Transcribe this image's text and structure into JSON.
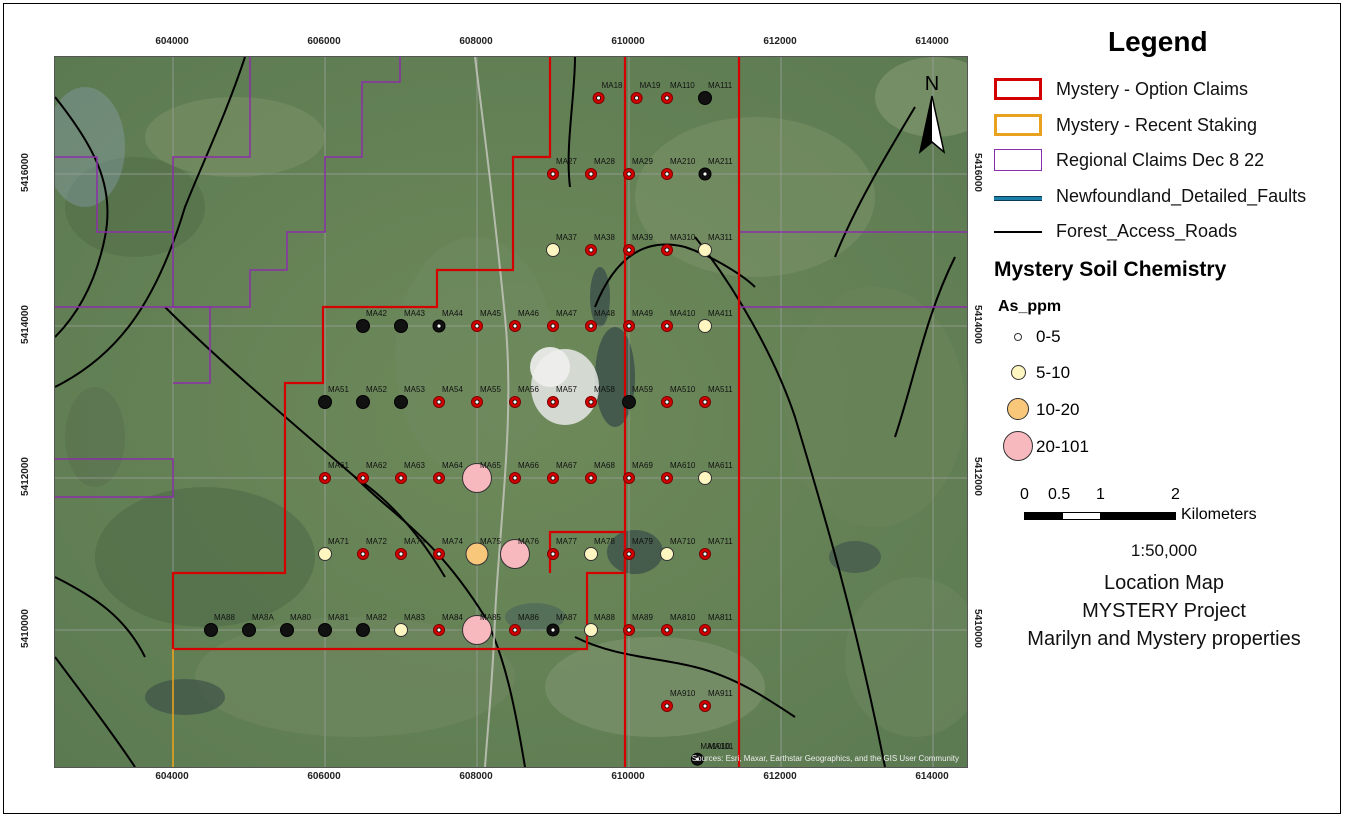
{
  "map": {
    "x_ticks": [
      "604000",
      "606000",
      "608000",
      "610000",
      "612000",
      "614000"
    ],
    "y_ticks": [
      "5416000",
      "5414000",
      "5412000",
      "5410000"
    ],
    "attribution": "Sources: Esri, Maxar, Earthstar Geographics, and the GIS User Community",
    "north_label": "N",
    "colors": {
      "option_claims": "#d40000",
      "recent_staking": "#e8a21f",
      "regional_claims": "#8b2fa8",
      "faults": "#1b7fa8",
      "roads": "#000000",
      "bin_0_5": "#ffffff",
      "bin_5_10": "#fdf6c0",
      "bin_10_20": "#f9c77a",
      "bin_20_101": "#f7b8be"
    },
    "samples": [
      {
        "id": "MA18",
        "x": 609600,
        "y": 5417000,
        "bin": "red"
      },
      {
        "id": "MA19",
        "x": 610100,
        "y": 5417000,
        "bin": "red"
      },
      {
        "id": "MA110",
        "x": 610500,
        "y": 5417000,
        "bin": "red"
      },
      {
        "id": "MA111",
        "x": 611000,
        "y": 5417000,
        "bin": "black"
      },
      {
        "id": "MA27",
        "x": 609000,
        "y": 5416000,
        "bin": "red"
      },
      {
        "id": "MA28",
        "x": 609500,
        "y": 5416000,
        "bin": "red"
      },
      {
        "id": "MA29",
        "x": 610000,
        "y": 5416000,
        "bin": "red"
      },
      {
        "id": "MA210",
        "x": 610500,
        "y": 5416000,
        "bin": "red"
      },
      {
        "id": "MA211",
        "x": 611000,
        "y": 5416000,
        "bin": "small"
      },
      {
        "id": "MA37",
        "x": 609000,
        "y": 5415000,
        "bin": "yellow"
      },
      {
        "id": "MA38",
        "x": 609500,
        "y": 5415000,
        "bin": "red"
      },
      {
        "id": "MA39",
        "x": 610000,
        "y": 5415000,
        "bin": "red"
      },
      {
        "id": "MA310",
        "x": 610500,
        "y": 5415000,
        "bin": "red"
      },
      {
        "id": "MA311",
        "x": 611000,
        "y": 5415000,
        "bin": "yellow"
      },
      {
        "id": "MA42",
        "x": 606500,
        "y": 5414000,
        "bin": "black"
      },
      {
        "id": "MA43",
        "x": 607000,
        "y": 5414000,
        "bin": "black"
      },
      {
        "id": "MA44",
        "x": 607500,
        "y": 5414000,
        "bin": "small"
      },
      {
        "id": "MA45",
        "x": 608000,
        "y": 5414000,
        "bin": "red"
      },
      {
        "id": "MA46",
        "x": 608500,
        "y": 5414000,
        "bin": "red"
      },
      {
        "id": "MA47",
        "x": 609000,
        "y": 5414000,
        "bin": "red"
      },
      {
        "id": "MA48",
        "x": 609500,
        "y": 5414000,
        "bin": "red"
      },
      {
        "id": "MA49",
        "x": 610000,
        "y": 5414000,
        "bin": "red"
      },
      {
        "id": "MA410",
        "x": 610500,
        "y": 5414000,
        "bin": "red"
      },
      {
        "id": "MA411",
        "x": 611000,
        "y": 5414000,
        "bin": "yellow"
      },
      {
        "id": "MA51",
        "x": 606000,
        "y": 5413000,
        "bin": "black"
      },
      {
        "id": "MA52",
        "x": 606500,
        "y": 5413000,
        "bin": "black"
      },
      {
        "id": "MA53",
        "x": 607000,
        "y": 5413000,
        "bin": "black"
      },
      {
        "id": "MA54",
        "x": 607500,
        "y": 5413000,
        "bin": "red"
      },
      {
        "id": "MA55",
        "x": 608000,
        "y": 5413000,
        "bin": "red"
      },
      {
        "id": "MA56",
        "x": 608500,
        "y": 5413000,
        "bin": "red"
      },
      {
        "id": "MA57",
        "x": 609000,
        "y": 5413000,
        "bin": "red"
      },
      {
        "id": "MA58",
        "x": 609500,
        "y": 5413000,
        "bin": "red"
      },
      {
        "id": "MA59",
        "x": 610000,
        "y": 5413000,
        "bin": "black"
      },
      {
        "id": "MA510",
        "x": 610500,
        "y": 5413000,
        "bin": "red"
      },
      {
        "id": "MA511",
        "x": 611000,
        "y": 5413000,
        "bin": "red"
      },
      {
        "id": "MA61",
        "x": 606000,
        "y": 5412000,
        "bin": "red"
      },
      {
        "id": "MA62",
        "x": 606500,
        "y": 5412000,
        "bin": "red"
      },
      {
        "id": "MA63",
        "x": 607000,
        "y": 5412000,
        "bin": "red"
      },
      {
        "id": "MA64",
        "x": 607500,
        "y": 5412000,
        "bin": "red"
      },
      {
        "id": "MA65",
        "x": 608000,
        "y": 5412000,
        "bin": "pink"
      },
      {
        "id": "MA66",
        "x": 608500,
        "y": 5412000,
        "bin": "red"
      },
      {
        "id": "MA67",
        "x": 609000,
        "y": 5412000,
        "bin": "red"
      },
      {
        "id": "MA68",
        "x": 609500,
        "y": 5412000,
        "bin": "red"
      },
      {
        "id": "MA69",
        "x": 610000,
        "y": 5412000,
        "bin": "red"
      },
      {
        "id": "MA610",
        "x": 610500,
        "y": 5412000,
        "bin": "red"
      },
      {
        "id": "MA611",
        "x": 611000,
        "y": 5412000,
        "bin": "yellow"
      },
      {
        "id": "MA71",
        "x": 606000,
        "y": 5411000,
        "bin": "yellow"
      },
      {
        "id": "MA72",
        "x": 606500,
        "y": 5411000,
        "bin": "red"
      },
      {
        "id": "MA73",
        "x": 607000,
        "y": 5411000,
        "bin": "red"
      },
      {
        "id": "MA74",
        "x": 607500,
        "y": 5411000,
        "bin": "red"
      },
      {
        "id": "MA75",
        "x": 608000,
        "y": 5411000,
        "bin": "orange"
      },
      {
        "id": "MA76",
        "x": 608500,
        "y": 5411000,
        "bin": "pink"
      },
      {
        "id": "MA77",
        "x": 609000,
        "y": 5411000,
        "bin": "red"
      },
      {
        "id": "MA78",
        "x": 609500,
        "y": 5411000,
        "bin": "yellow"
      },
      {
        "id": "MA79",
        "x": 610000,
        "y": 5411000,
        "bin": "red"
      },
      {
        "id": "MA710",
        "x": 610500,
        "y": 5411000,
        "bin": "yellow"
      },
      {
        "id": "MA711",
        "x": 611000,
        "y": 5411000,
        "bin": "red"
      },
      {
        "id": "MA88",
        "x": 604500,
        "y": 5410000,
        "bin": "black"
      },
      {
        "id": "MA8A",
        "x": 605000,
        "y": 5410000,
        "bin": "black"
      },
      {
        "id": "MA80",
        "x": 605500,
        "y": 5410000,
        "bin": "black"
      },
      {
        "id": "MA81",
        "x": 606000,
        "y": 5410000,
        "bin": "black"
      },
      {
        "id": "MA82",
        "x": 606500,
        "y": 5410000,
        "bin": "black"
      },
      {
        "id": "MA83",
        "x": 607000,
        "y": 5410000,
        "bin": "yellow"
      },
      {
        "id": "MA84",
        "x": 607500,
        "y": 5410000,
        "bin": "red"
      },
      {
        "id": "MA85",
        "x": 608000,
        "y": 5410000,
        "bin": "pink"
      },
      {
        "id": "MA86",
        "x": 608500,
        "y": 5410000,
        "bin": "red"
      },
      {
        "id": "MA87",
        "x": 609000,
        "y": 5410000,
        "bin": "small"
      },
      {
        "id": "MA88",
        "x": 609500,
        "y": 5410000,
        "bin": "yellow"
      },
      {
        "id": "MA89",
        "x": 610000,
        "y": 5410000,
        "bin": "red"
      },
      {
        "id": "MA810",
        "x": 610500,
        "y": 5410000,
        "bin": "red"
      },
      {
        "id": "MA811",
        "x": 611000,
        "y": 5410000,
        "bin": "red"
      },
      {
        "id": "MA910",
        "x": 610500,
        "y": 5409000,
        "bin": "red"
      },
      {
        "id": "MA911",
        "x": 611000,
        "y": 5409000,
        "bin": "red"
      },
      {
        "id": "MA1010",
        "x": 610900,
        "y": 5408300,
        "bin": "small"
      },
      {
        "id": "MA101",
        "x": 611000,
        "y": 5408300,
        "bin": "none"
      }
    ]
  },
  "legend": {
    "title": "Legend",
    "items": [
      {
        "label": "Mystery - Option Claims",
        "kind": "poly",
        "color": "#d40000"
      },
      {
        "label": "Mystery - Recent Staking",
        "kind": "poly",
        "color": "#e8a21f"
      },
      {
        "label": "Regional Claims Dec 8 22",
        "kind": "poly",
        "color": "#8b2fa8"
      },
      {
        "label": "Newfoundland_Detailed_Faults",
        "kind": "line",
        "color": "#1b7fa8"
      },
      {
        "label": "Forest_Access_Roads",
        "kind": "line",
        "color": "#000000"
      }
    ],
    "soil_title": "Mystery Soil Chemistry",
    "soil_field": "As_ppm",
    "bins": [
      "0-5",
      "5-10",
      "10-20",
      "20-101"
    ],
    "scale_numbers": [
      "0",
      "0.5",
      "1",
      "2"
    ],
    "scale_unit": "Kilometers",
    "ratio": "1:50,000",
    "caption": [
      "Location Map",
      "MYSTERY Project",
      "Marilyn and Mystery properties"
    ]
  }
}
